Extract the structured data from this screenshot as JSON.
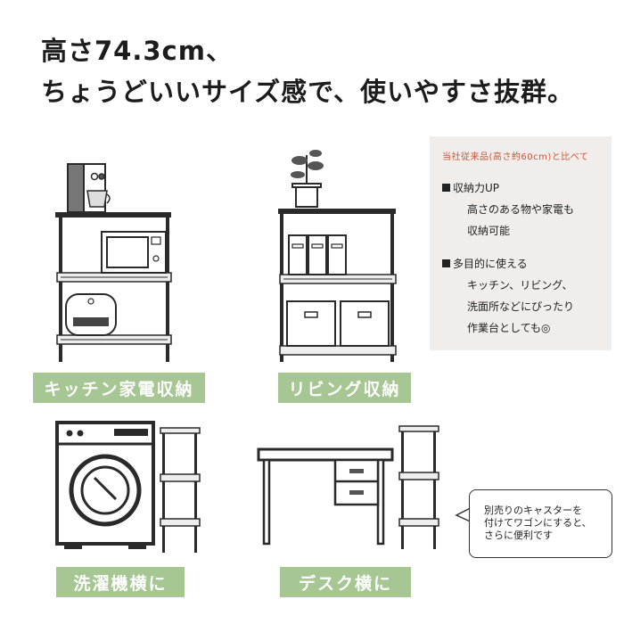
{
  "headline": {
    "line1": "高さ74.3cm、",
    "line2": "ちょうどいいサイズ感で、使いやすさ抜群。"
  },
  "labels": {
    "kitchen": "キッチン家電収納",
    "living": "リビング収納",
    "washer": "洗濯機横に",
    "desk": "デスク横に"
  },
  "comparison": {
    "subtitle": "当社従来品(高さ約60cm)と比べて",
    "point1_title": "収納力UP",
    "point1_lines": [
      "高さのある物や家電も",
      "収納可能"
    ],
    "point2_title": "多目的に使える",
    "point2_lines": [
      "キッチン、リビング、",
      "洗面所などにぴったり",
      "作業台としても◎"
    ]
  },
  "caster_note": {
    "lines": [
      "別売りのキャスターを",
      "付けてワゴンにすると、",
      "さらに便利です"
    ]
  },
  "colors": {
    "accent_green": "#a6c693",
    "accent_red": "#c6573a",
    "panel_bg": "#f1edea"
  }
}
